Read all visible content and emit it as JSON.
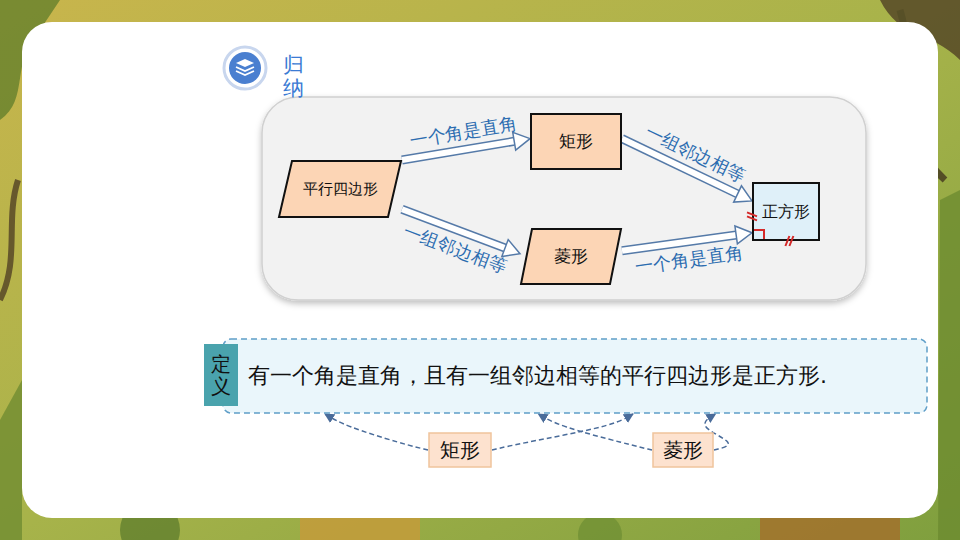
{
  "diagram": {
    "title": "归纳",
    "nodes": [
      {
        "text": [
          "平行四边形"
        ]
      },
      {
        "text": [
          "矩形"
        ]
      },
      {
        "text": [
          "菱形"
        ]
      },
      {
        "text": [
          "正方形"
        ]
      },
      {
        "text": [
          "定义",
          "有一个角是直角，且有一组邻边相等的平行四边形是正方形."
        ]
      },
      {
        "text": [
          "矩形"
        ]
      },
      {
        "text": [
          "菱形"
        ]
      }
    ],
    "edges": [
      {
        "from": 0,
        "to": 1,
        "label": "一个角是直角",
        "arrow": "to"
      },
      {
        "from": 1,
        "to": 3,
        "label": "一组邻边相等",
        "arrow": "to"
      },
      {
        "from": 0,
        "to": 2,
        "label": "一组邻边相等",
        "arrow": "to"
      },
      {
        "from": 2,
        "to": 3,
        "label": "一个角是直角",
        "arrow": "to"
      },
      {
        "from": 5,
        "to": 4,
        "arrow": "to"
      },
      {
        "from": 5,
        "to": 4,
        "arrow": "to"
      },
      {
        "from": 6,
        "to": 4,
        "arrow": "to"
      },
      {
        "from": 6,
        "to": 4,
        "arrow": "to"
      }
    ]
  }
}
